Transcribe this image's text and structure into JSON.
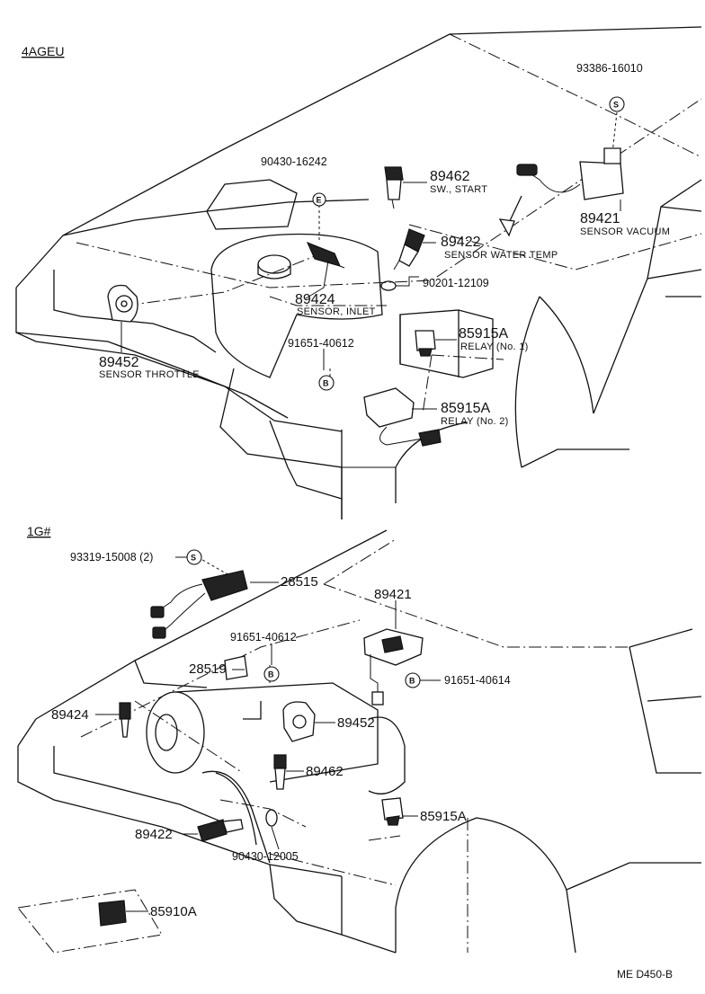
{
  "sections": {
    "top_label": "4AGEU",
    "bottom_label": "1G#"
  },
  "top_callouts": {
    "p93386": "93386-16010",
    "p90430_a": "90430-16242",
    "p89462": "89462",
    "p89462_desc": "SW., START",
    "p89421": "89421",
    "p89421_desc": "SENSOR VACUUM",
    "p89422": "89422",
    "p89422_desc": "SENSOR WATER TEMP",
    "p90201": "90201-12109",
    "p89424": "89424",
    "p89424_desc": "SENSOR, INLET",
    "p91651_a": "91651-40612",
    "p85915_1": "85915A",
    "p85915_1_desc": "RELAY (No. 1)",
    "p85915_2": "85915A",
    "p85915_2_desc": "RELAY (No. 2)",
    "p89452": "89452",
    "p89452_desc": "SENSOR THROTTLE"
  },
  "bottom_callouts": {
    "p93319": "93319-15008 (2)",
    "p28515": "28515",
    "p89421": "89421",
    "p91651_b": "91651-40612",
    "p28519": "28519",
    "p91651_c": "91651-40614",
    "p89424": "89424",
    "p89452": "89452",
    "p89462": "89462",
    "p85915": "85915A",
    "p89422": "89422",
    "p90430_b": "90430-12005",
    "p85910": "85910A"
  },
  "symbols": {
    "s": "S",
    "b": "B",
    "e": "E"
  },
  "footer": "ME  D450-B"
}
